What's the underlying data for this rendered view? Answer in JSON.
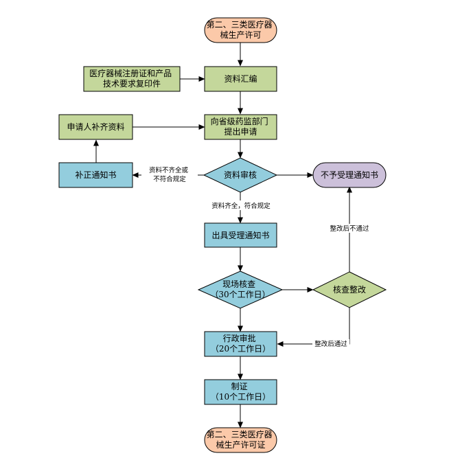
{
  "colors": {
    "terminal": "#FBC9A9",
    "process_green": "#C4D79B",
    "process_blue": "#93CDDD",
    "reject": "#CCC0DA",
    "stroke": "#000000"
  },
  "nodes": {
    "start": [
      "第二、三类医疗器",
      "械生产许可"
    ],
    "copies": [
      "医疗器械注册证和产品",
      "技术要求复印件"
    ],
    "compile": [
      "资料汇编"
    ],
    "supplement": [
      "申请人补齐资料"
    ],
    "apply": [
      "向省级药监部门",
      "提出申请"
    ],
    "correction": [
      "补正通知书"
    ],
    "review": [
      "资料审核"
    ],
    "reject": [
      "不予受理通知书"
    ],
    "accept": [
      "出具受理通知书"
    ],
    "inspection": [
      "现场核查",
      "（30个工作日）"
    ],
    "rectify": [
      "核查整改"
    ],
    "approval": [
      "行政审批",
      "（20个工作日）"
    ],
    "certify": [
      "制证",
      "（10个工作日）"
    ],
    "end": [
      "第二、三类医疗器",
      "械生产许可证"
    ]
  },
  "edge_labels": {
    "incomplete": [
      "资料不齐全或",
      "不符合规定"
    ],
    "complete": "资料齐全，符合规定",
    "rectify_fail": "整改后不通过",
    "rectify_pass": "整改后通过"
  }
}
